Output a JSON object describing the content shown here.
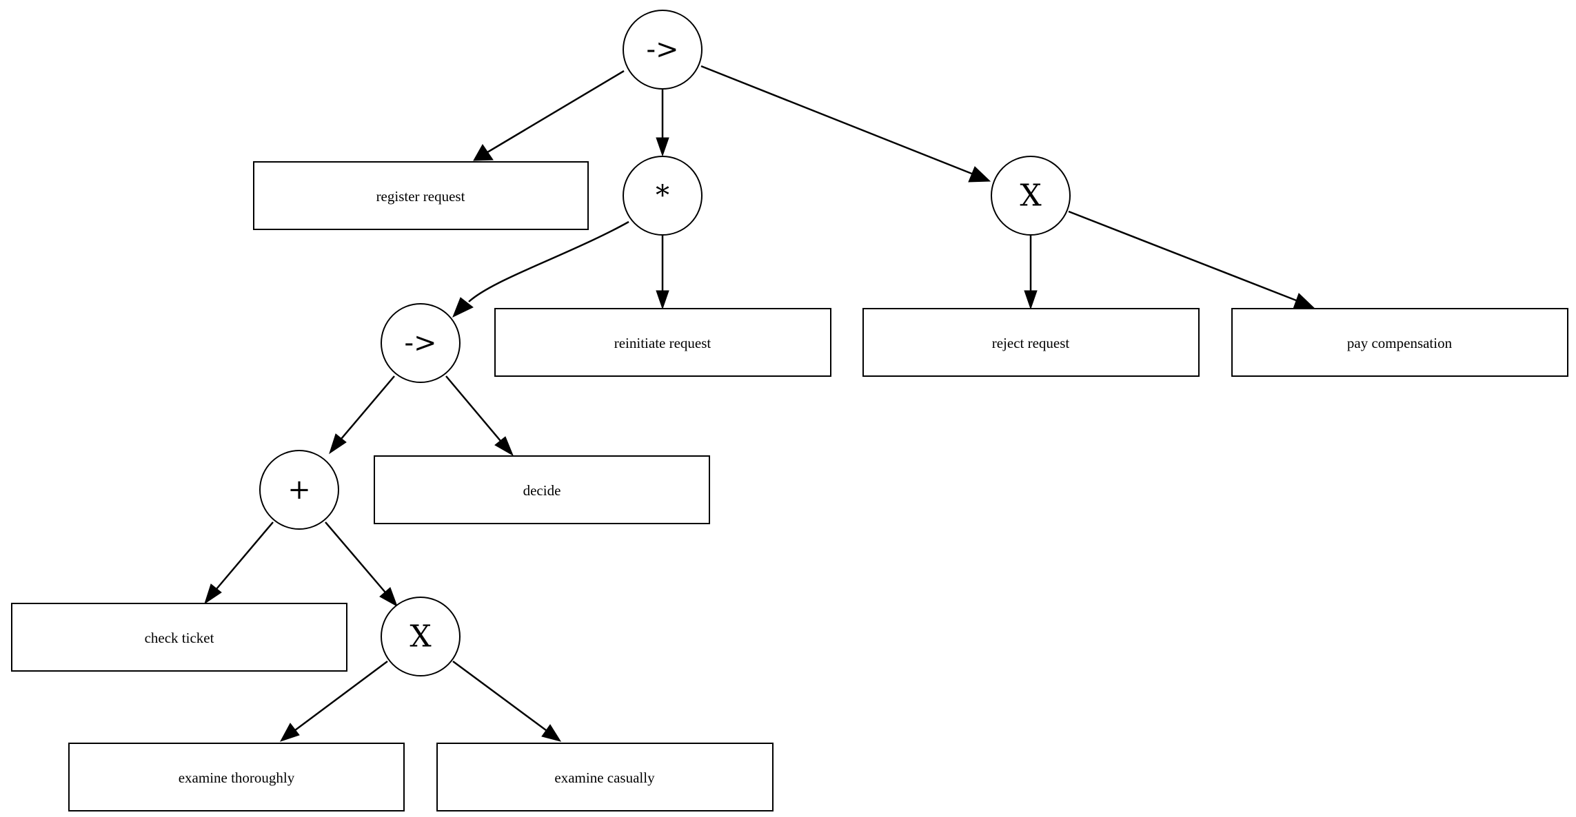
{
  "operators": {
    "root": "->",
    "loop": "*",
    "xor_top": "X",
    "seq_inner": "->",
    "and": "+",
    "xor_bottom": "X"
  },
  "activities": {
    "register_request": "register request",
    "reinitiate_request": "reinitiate request",
    "reject_request": "reject request",
    "pay_compensation": "pay compensation",
    "decide": "decide",
    "check_ticket": "check ticket",
    "examine_thoroughly": "examine thoroughly",
    "examine_casually": "examine casually"
  }
}
